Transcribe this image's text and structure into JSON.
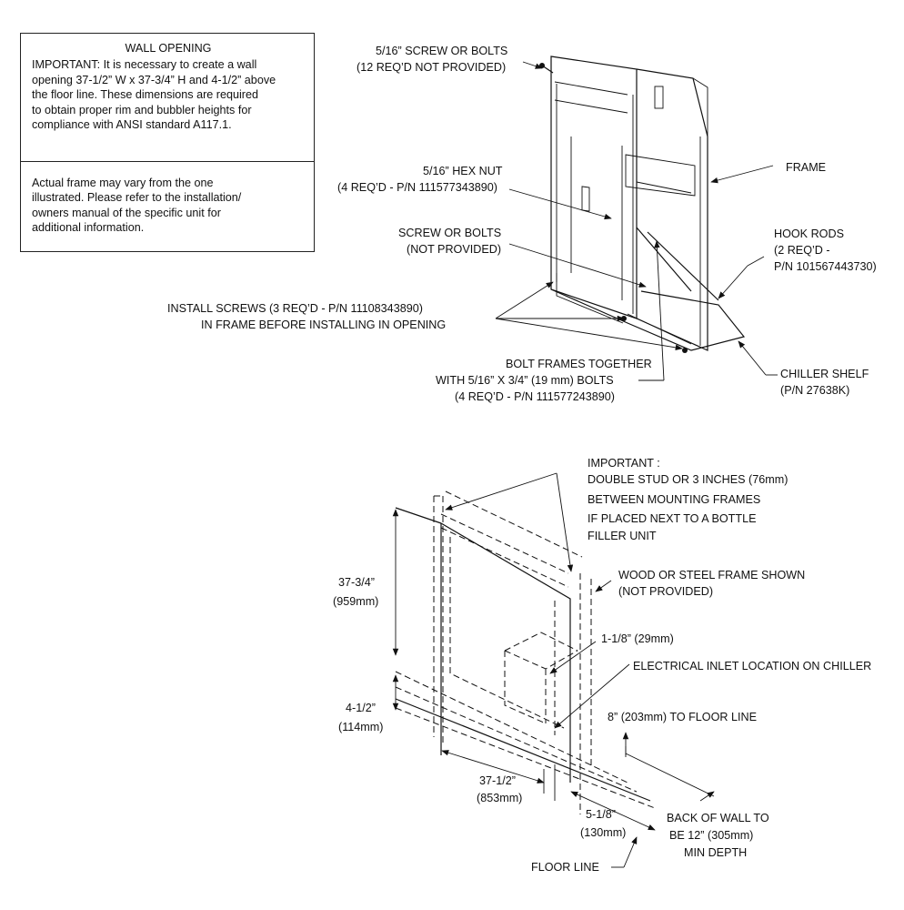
{
  "wall_opening_box": {
    "title": "WALL OPENING",
    "lines": [
      "IMPORTANT: It is necessary to create a wall",
      "opening 37-1/2” W x 37-3/4” H and 4-1/2” above",
      "the floor line. These dimensions are required",
      "to obtain proper rim and bubbler heights for",
      "compliance with ANSI standard A117.1."
    ]
  },
  "frame_note_box": {
    "lines": [
      "Actual frame may vary from the one",
      "illustrated. Please refer to the installation/",
      "owners manual of the specific unit for",
      "additional information."
    ]
  },
  "top_diagram": {
    "screw_bolts": [
      "5/16” SCREW OR BOLTS",
      "(12 REQ’D NOT PROVIDED)"
    ],
    "frame": "FRAME",
    "hex_nut": [
      "5/16” HEX NUT",
      "(4 REQ’D - P/N 111577343890)"
    ],
    "hook_rods": [
      "HOOK RODS",
      "(2 REQ’D -",
      "P/N 101567443730)"
    ],
    "screw_or_bolts": [
      "SCREW OR BOLTS",
      "(NOT PROVIDED)"
    ],
    "install_screws": [
      "INSTALL SCREWS (3 REQ’D - P/N 11108343890)",
      "IN FRAME BEFORE INSTALLING IN OPENING"
    ],
    "bolt_frames": [
      "BOLT FRAMES TOGETHER",
      "WITH 5/16” X 3/4” (19 mm) BOLTS",
      "(4 REQ’D - P/N 111577243890)"
    ],
    "chiller_shelf": [
      "CHILLER SHELF",
      "(P/N 27638K)"
    ]
  },
  "bottom_diagram": {
    "important": [
      "IMPORTANT :",
      "DOUBLE STUD OR 3 INCHES (76mm)",
      "BETWEEN MOUNTING FRAMES",
      "IF PLACED NEXT TO A BOTTLE",
      "FILLER UNIT"
    ],
    "wood_steel": [
      "WOOD OR STEEL FRAME SHOWN",
      "(NOT PROVIDED)"
    ],
    "height_dim": [
      "37-3/4”",
      "(959mm)"
    ],
    "inlet_offset": "1-1/8” (29mm)",
    "electrical_inlet": "ELECTRICAL INLET LOCATION ON CHILLER",
    "floor_height": [
      "4-1/2”",
      "(114mm)"
    ],
    "inlet_height": "8” (203mm) TO FLOOR LINE",
    "width_dim": [
      "37-1/2”",
      "(853mm)"
    ],
    "side_dim": [
      "5-1/8”",
      "(130mm)"
    ],
    "back_of_wall": [
      "BACK OF WALL TO",
      "BE 12” (305mm)",
      "MIN DEPTH"
    ],
    "floor_line": "FLOOR LINE"
  }
}
